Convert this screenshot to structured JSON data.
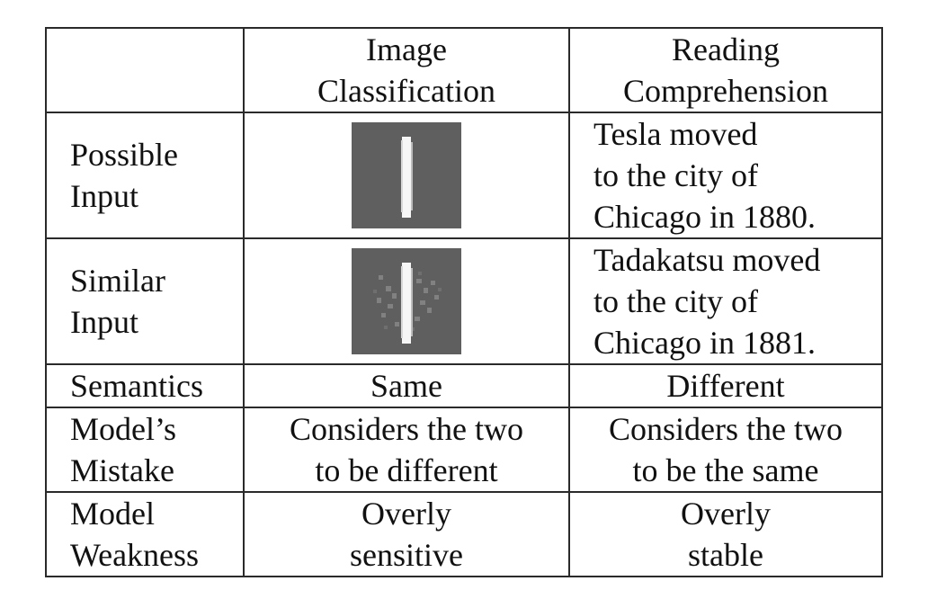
{
  "header": {
    "col_image": [
      "Image",
      "Classification"
    ],
    "col_reading": [
      "Reading",
      "Comprehension"
    ]
  },
  "rows": {
    "possible": {
      "label": [
        "Possible",
        "Input"
      ],
      "image_desc": "digit-1-clean",
      "text": [
        "Tesla moved",
        "to the city of",
        "Chicago in 1880."
      ]
    },
    "similar": {
      "label": [
        "Similar",
        "Input"
      ],
      "image_desc": "digit-1-noisy",
      "text": [
        "Tadakatsu moved",
        "to the city of",
        "Chicago in 1881."
      ]
    },
    "semantics": {
      "label": "Semantics",
      "image": "Same",
      "reading": "Different"
    },
    "mistake": {
      "label": [
        "Model’s",
        "Mistake"
      ],
      "image": [
        "Considers the two",
        "to be different"
      ],
      "reading": [
        "Considers the two",
        "to be the same"
      ]
    },
    "weakness": {
      "label": [
        "Model",
        "Weakness"
      ],
      "image": [
        "Overly",
        "sensitive"
      ],
      "reading": [
        "Overly",
        "stable"
      ]
    }
  },
  "colors": {
    "digit_bg": "#5f5f5f",
    "digit_fg": "#f4f4f4",
    "border": "#2a2a2a"
  }
}
